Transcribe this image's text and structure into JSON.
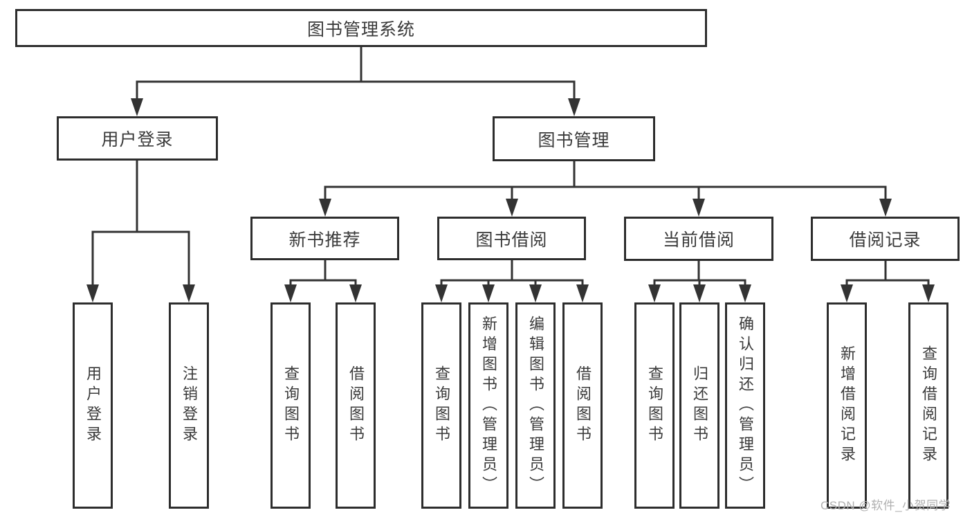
{
  "diagram": {
    "root": {
      "label": "图书管理系统"
    },
    "level2": [
      {
        "label": "用户登录"
      },
      {
        "label": "图书管理"
      }
    ],
    "level3": [
      {
        "label": "新书推荐"
      },
      {
        "label": "图书借阅"
      },
      {
        "label": "当前借阅"
      },
      {
        "label": "借阅记录"
      }
    ],
    "leaves": [
      {
        "label": "用户登录"
      },
      {
        "label": "注销登录"
      },
      {
        "label": "查询图书"
      },
      {
        "label": "借阅图书"
      },
      {
        "label": "查询图书"
      },
      {
        "label": "新增图书（管理员）"
      },
      {
        "label": "编辑图书（管理员）"
      },
      {
        "label": "借阅图书"
      },
      {
        "label": "查询图书"
      },
      {
        "label": "归还图书"
      },
      {
        "label": "确认归还（管理员）"
      },
      {
        "label": "新增借阅记录"
      },
      {
        "label": "查询借阅记录"
      }
    ],
    "watermark": {
      "label": "CSDN @软件_小贺同学"
    },
    "colors": {
      "line": "#333333",
      "border": "#2d2d2d",
      "text": "#3a3a3a",
      "background": "#ffffff",
      "watermark": "#b0b0b0"
    }
  }
}
